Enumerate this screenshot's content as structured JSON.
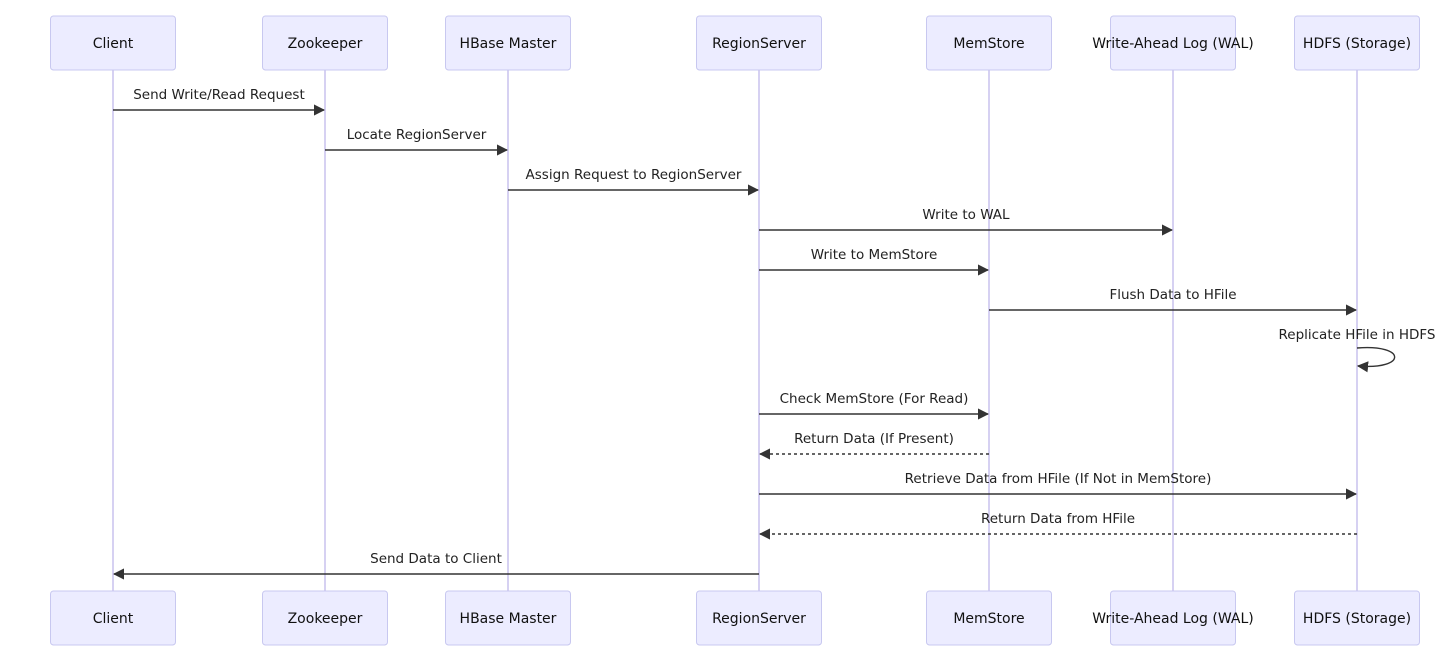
{
  "diagram": {
    "actors": [
      {
        "id": "client",
        "label": "Client"
      },
      {
        "id": "zookeeper",
        "label": "Zookeeper"
      },
      {
        "id": "hbase_master",
        "label": "HBase Master"
      },
      {
        "id": "regionserver",
        "label": "RegionServer"
      },
      {
        "id": "memstore",
        "label": "MemStore"
      },
      {
        "id": "wal",
        "label": "Write-Ahead Log (WAL)"
      },
      {
        "id": "hdfs",
        "label": "HDFS (Storage)"
      }
    ],
    "messages": [
      {
        "from": "client",
        "to": "zookeeper",
        "label": "Send Write/Read Request",
        "style": "solid"
      },
      {
        "from": "zookeeper",
        "to": "hbase_master",
        "label": "Locate RegionServer",
        "style": "solid"
      },
      {
        "from": "hbase_master",
        "to": "regionserver",
        "label": "Assign Request to RegionServer",
        "style": "solid"
      },
      {
        "from": "regionserver",
        "to": "wal",
        "label": "Write to WAL",
        "style": "solid"
      },
      {
        "from": "regionserver",
        "to": "memstore",
        "label": "Write to MemStore",
        "style": "solid"
      },
      {
        "from": "memstore",
        "to": "hdfs",
        "label": "Flush Data to HFile",
        "style": "solid"
      },
      {
        "from": "hdfs",
        "to": "hdfs",
        "label": "Replicate HFile in HDFS",
        "style": "solid"
      },
      {
        "from": "regionserver",
        "to": "memstore",
        "label": "Check MemStore (For Read)",
        "style": "solid"
      },
      {
        "from": "memstore",
        "to": "regionserver",
        "label": "Return Data (If Present)",
        "style": "dashed"
      },
      {
        "from": "regionserver",
        "to": "hdfs",
        "label": "Retrieve Data from HFile (If Not in MemStore)",
        "style": "solid"
      },
      {
        "from": "hdfs",
        "to": "regionserver",
        "label": "Return Data from HFile",
        "style": "dashed"
      },
      {
        "from": "regionserver",
        "to": "client",
        "label": "Send Data to Client",
        "style": "solid"
      }
    ],
    "colors": {
      "actor_fill": "#ececff",
      "actor_stroke": "#c8c8f0",
      "lifeline": "#c9c2ee",
      "message": "#333333"
    }
  }
}
